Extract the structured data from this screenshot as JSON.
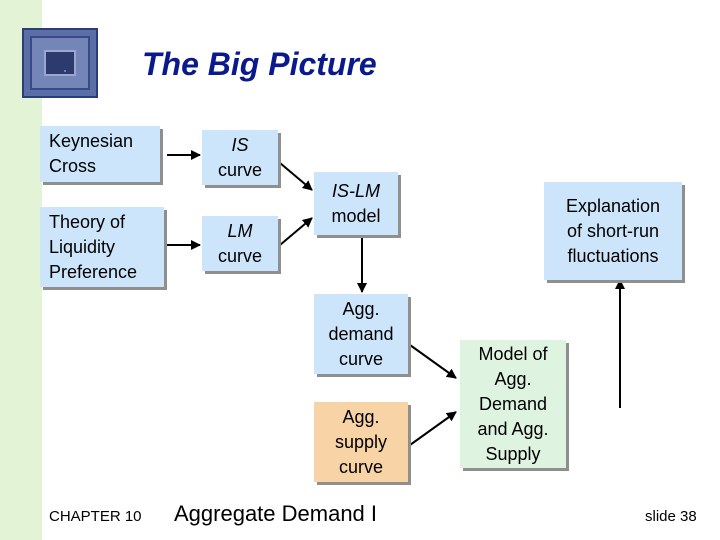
{
  "title": "The Big Picture",
  "boxes": {
    "keynesian_cross": [
      "Keynesian",
      "Cross"
    ],
    "theory_liquidity": [
      "Theory of",
      "Liquidity",
      "Preference"
    ],
    "is_curve": [
      "IS",
      "curve"
    ],
    "lm_curve": [
      "LM",
      "curve"
    ],
    "islm_model": [
      "IS-LM",
      "model"
    ],
    "agg_demand_curve": [
      "Agg.",
      "demand",
      "curve"
    ],
    "agg_supply_curve": [
      "Agg.",
      "supply",
      "curve"
    ],
    "model_ad_as": [
      "Model of",
      "Agg.",
      "Demand",
      "and Agg.",
      "Supply"
    ],
    "explanation": [
      "Explanation",
      "of short-run",
      "fluctuations"
    ]
  },
  "footer": {
    "chapter": "CHAPTER 10",
    "topic": "Aggregate Demand I",
    "slide": "slide 38"
  },
  "colors": {
    "title": "#0a1a8c",
    "blue_box": "#cde5fb",
    "green_box": "#dff3e1",
    "orange_box": "#f8d3a6",
    "left_bar": "#e3f3d6"
  }
}
